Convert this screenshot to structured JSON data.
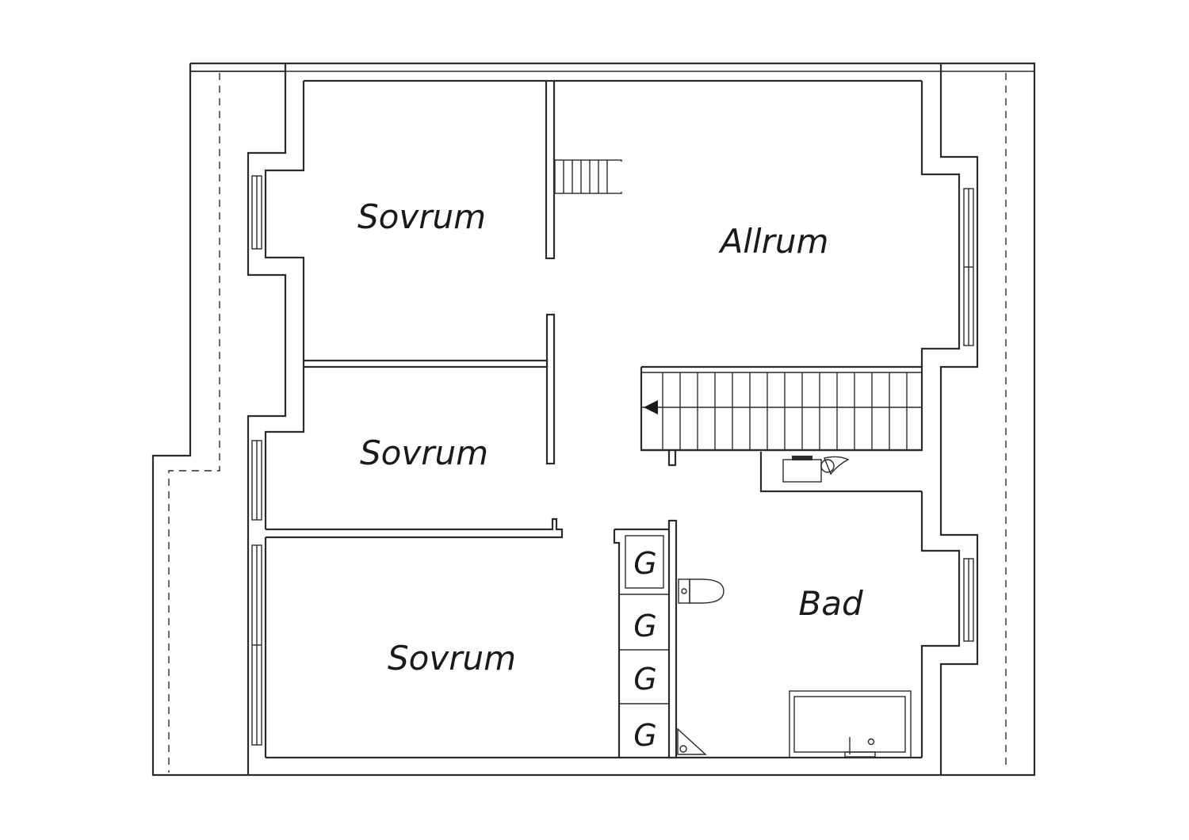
{
  "rooms": [
    {
      "label": "Sovrum"
    },
    {
      "label": "Allrum"
    },
    {
      "label": "Sovrum"
    },
    {
      "label": "Sovrum"
    },
    {
      "label": "Bad"
    }
  ],
  "closets": [
    {
      "label": "G"
    },
    {
      "label": "G"
    },
    {
      "label": "G"
    },
    {
      "label": "G"
    }
  ]
}
